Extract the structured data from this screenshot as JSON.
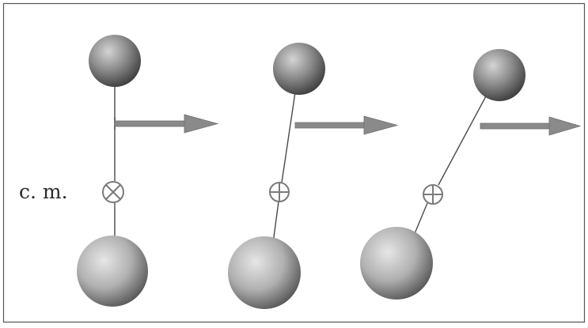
{
  "figure": {
    "cm_label": "c. m.",
    "colors": {
      "frame": "#555555",
      "rod": "#4a4a4a",
      "arrow": "#8a8a8a",
      "arrow_edge": "#6e6e6e",
      "marker": "#7a7a7a",
      "ball_light": "#e6e6e6",
      "ball_mid": "#b0b0b0",
      "ball_dark": "#555555",
      "small_ball_mid": "#8c8c8c",
      "small_ball_dark": "#3c3c3c"
    },
    "panels": [
      {
        "id": "panel-1",
        "has_cm_label": true
      },
      {
        "id": "panel-2",
        "has_cm_label": false
      },
      {
        "id": "panel-3",
        "has_cm_label": false
      }
    ]
  }
}
